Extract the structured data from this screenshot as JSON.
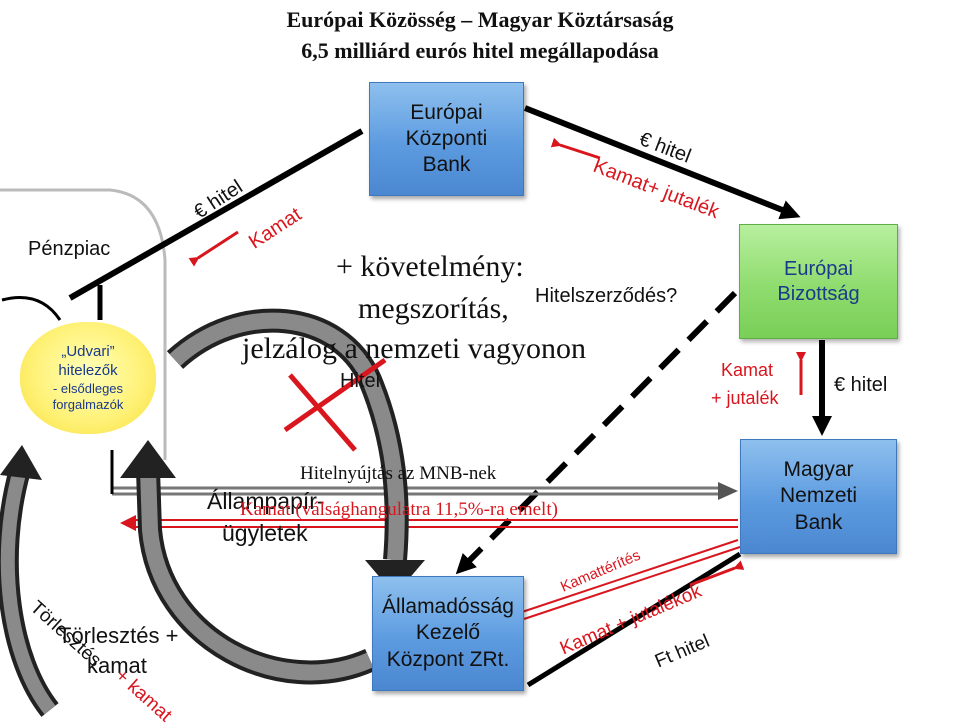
{
  "title": {
    "line1": "Európai Közösség – Magyar Köztársaság",
    "line2": "6,5 milliárd eurós hitel megállapodása"
  },
  "nodes": {
    "ecb": [
      "Európai",
      "Központi",
      "Bank"
    ],
    "commission": [
      "Európai",
      "Bizottság"
    ],
    "mnb": [
      "Magyar",
      "Nemzeti",
      "Bank"
    ],
    "akk": [
      "Államadósság",
      "Kezelő",
      "Központ ZRt."
    ],
    "market": "Pénzpiac",
    "creditors": [
      "„Udvari”",
      "hitelezők",
      "- elsődleges",
      "forgalmazók"
    ]
  },
  "center": {
    "requirement": "+ követelmény:",
    "austerity": "megszorítás,",
    "contract": "Hitelszerződés?",
    "mortgage": "jelzálog a nemzeti vagyonon",
    "credit": "Hitel",
    "mnb_credit": "Hitelnyújtás az MNB-nek",
    "bonds": "Állampapír-",
    "deals": "ügyletek",
    "interest_raised": "Kamat (válsághangulatra 11,5%-ra emelt)"
  },
  "edge_labels": {
    "euro_hitel_left": "€ hitel",
    "kamat_left": "Kamat",
    "euro_hitel_top": "€ hitel",
    "kamat_jutalek_top": "Kamat+ jutalék",
    "kamat_jut_right_1": "Kamat",
    "kamat_jut_right_2": "+ jutalék",
    "euro_hitel_right": "€ hitel",
    "kamatterites": "Kamattérítés",
    "kamat_jutalekok": "Kamat + jutalékok",
    "ft_hitel": "Ft hitel",
    "torlesztes_kamat_1": "Törlesztés +",
    "torlesztes_kamat_2": "kamat",
    "torlesztes_rot": "Törlesztés",
    "kamat_rot": "+ kamat"
  },
  "colors": {
    "blue_box": "#5d9be0",
    "green_box": "#8fdc6e",
    "yellow_oval": "#fff27a",
    "red": "#d9161e",
    "dark_text": "#1a3a8a"
  }
}
